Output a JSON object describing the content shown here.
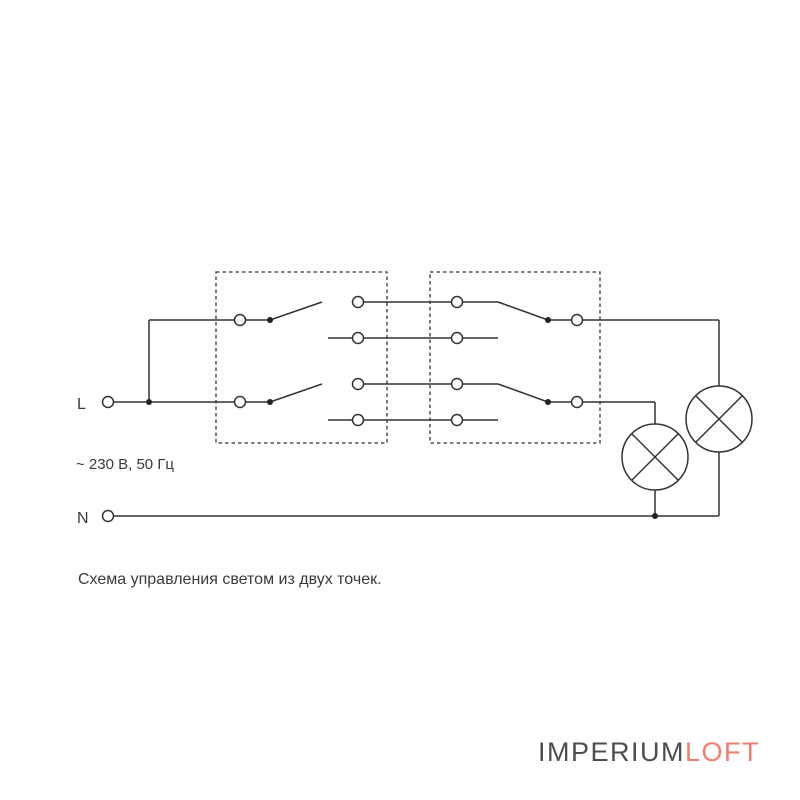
{
  "labels": {
    "line": "L",
    "neutral": "N",
    "supply": "~ 230 В, 50 Гц",
    "caption": "Схема управления светом из двух точек."
  },
  "brand": {
    "part1": "IMPERIUM",
    "part2": "LOFT",
    "color1": "#4d4d4d",
    "color2": "#f07e6e"
  },
  "switches": [
    {
      "name": "left-double-switch",
      "gangs": 2
    },
    {
      "name": "right-double-switch",
      "gangs": 2
    }
  ],
  "lamps": 2
}
